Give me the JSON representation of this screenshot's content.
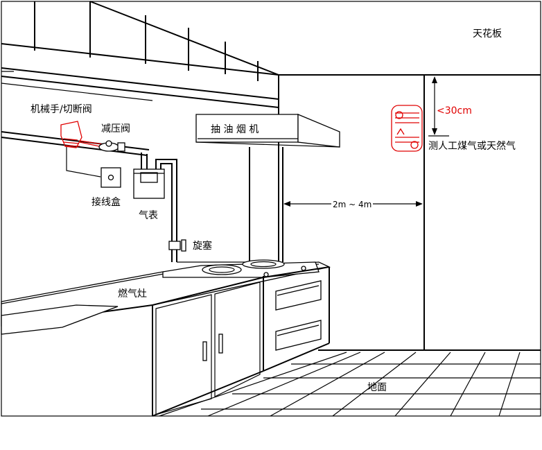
{
  "labels": {
    "ceiling": "天花板",
    "mechanical_hand": "机械手/切断阀",
    "pressure_valve": "减压阀",
    "range_hood": "抽 油 烟 机",
    "distance_limit": "<30cm",
    "gas_type": "测人工煤气或天然气",
    "junction_box": "接线盒",
    "gas_meter": "气表",
    "distance_range": "2m ~ 4m",
    "plug": "旋塞",
    "stove": "燃气灶",
    "floor": "地面"
  },
  "colors": {
    "line": "#000000",
    "accent_red": "#e00000",
    "background": "#ffffff"
  },
  "icons": {
    "detector": "gas-detector-icon",
    "hand": "mechanical-hand-icon"
  }
}
